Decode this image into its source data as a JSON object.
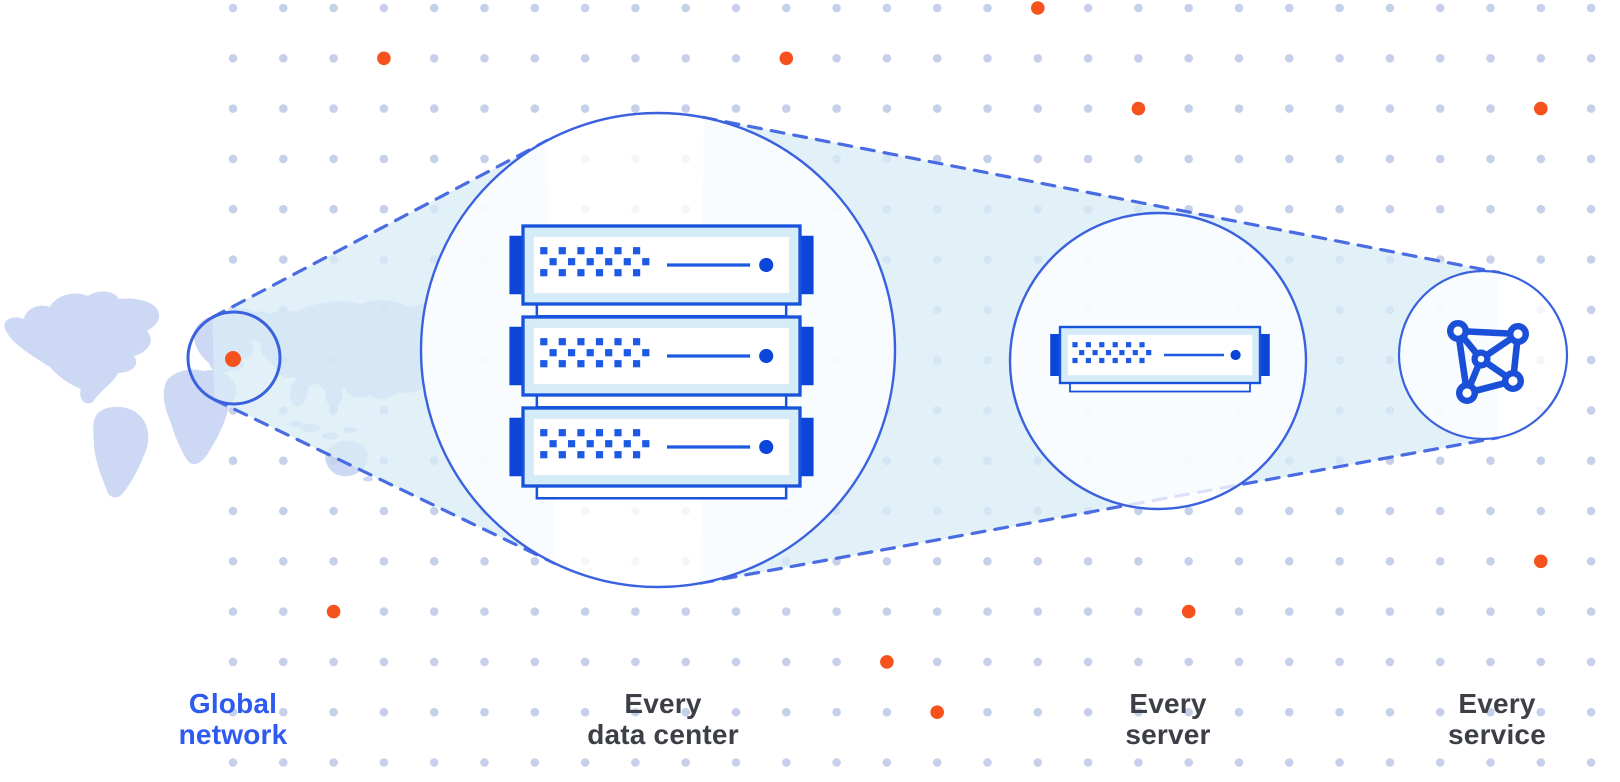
{
  "diagram_title": "",
  "labels": {
    "global_network": {
      "line1": "Global",
      "line2": "network"
    },
    "data_center": {
      "line1": "Every",
      "line2": "data center"
    },
    "server": {
      "line1": "Every",
      "line2": "server"
    },
    "service": {
      "line1": "Every",
      "line2": "service"
    }
  },
  "icons": {
    "network_icon": "five-connected-nodes-graph",
    "location_marker_icon": "orange-location-dot",
    "server_icon": "rack-server-front",
    "world_map": "flat-world-map-silhouette"
  },
  "colors": {
    "background": "#ffffff",
    "dot_fill": "#c7d0ea",
    "accent_orange": "#f6521e",
    "map_fill": "#cdd9f4",
    "cone_fill": "#d8ecf6",
    "circle_stroke": "#3a61de",
    "circle_fill": "rgba(255,255,255,0.8)",
    "dash_blue": "#4a6ce2",
    "server_stroke": "#1753db",
    "server_body": "#d6ebf8",
    "server_tab": "#0b46d9",
    "server_detail": "#1d5ae4",
    "icon_blue": "#1a4fd7",
    "label_dark": "#3c3f46",
    "label_blue": "#2d5af0"
  },
  "decor": {
    "orange_dot_cells": [
      [
        16,
        0
      ],
      [
        3,
        1
      ],
      [
        11,
        1
      ],
      [
        18,
        2
      ],
      [
        26,
        2
      ],
      [
        26,
        11
      ],
      [
        2,
        12
      ],
      [
        19,
        12
      ],
      [
        13,
        13
      ],
      [
        14,
        14
      ]
    ]
  }
}
